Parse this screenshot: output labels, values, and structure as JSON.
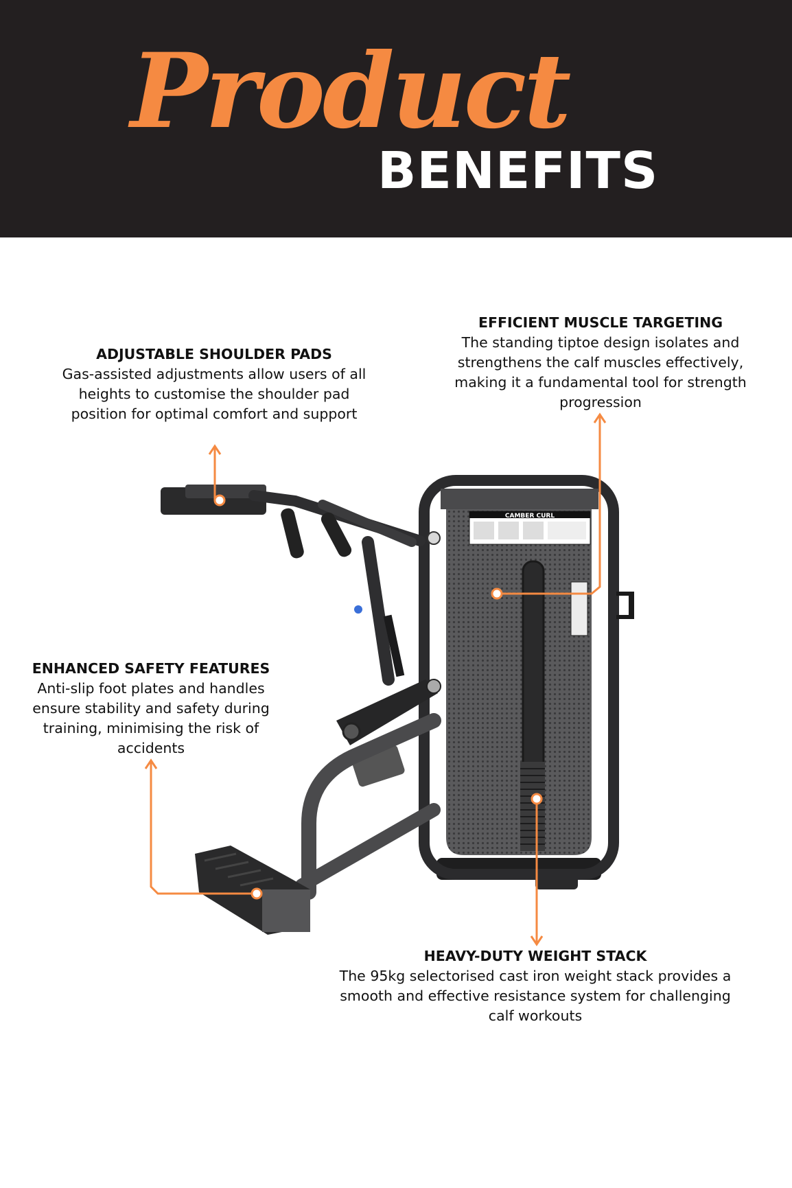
{
  "header": {
    "script_title": "Product",
    "title": "BENEFITS",
    "background": "#231f20",
    "accent": "#f58a42"
  },
  "equipment_label": "CAMBER CURL",
  "callouts": {
    "shoulder": {
      "heading": "ADJUSTABLE SHOULDER PADS",
      "body": "Gas-assisted adjustments allow users of all heights to customise the shoulder pad position for optimal comfort and support"
    },
    "muscle": {
      "heading": "EFFICIENT MUSCLE TARGETING",
      "body": "The standing tiptoe design isolates and strengthens the calf muscles effectively, making it a fundamental tool for strength progression"
    },
    "safety": {
      "heading": "ENHANCED SAFETY FEATURES",
      "body": "Anti-slip foot plates and handles ensure stability and safety during training, minimising the risk of accidents"
    },
    "stack": {
      "heading": "HEAVY-DUTY WEIGHT STACK",
      "body": "The 95kg selectorised cast iron weight stack provides a smooth and effective resistance system for challenging calf workouts"
    }
  }
}
